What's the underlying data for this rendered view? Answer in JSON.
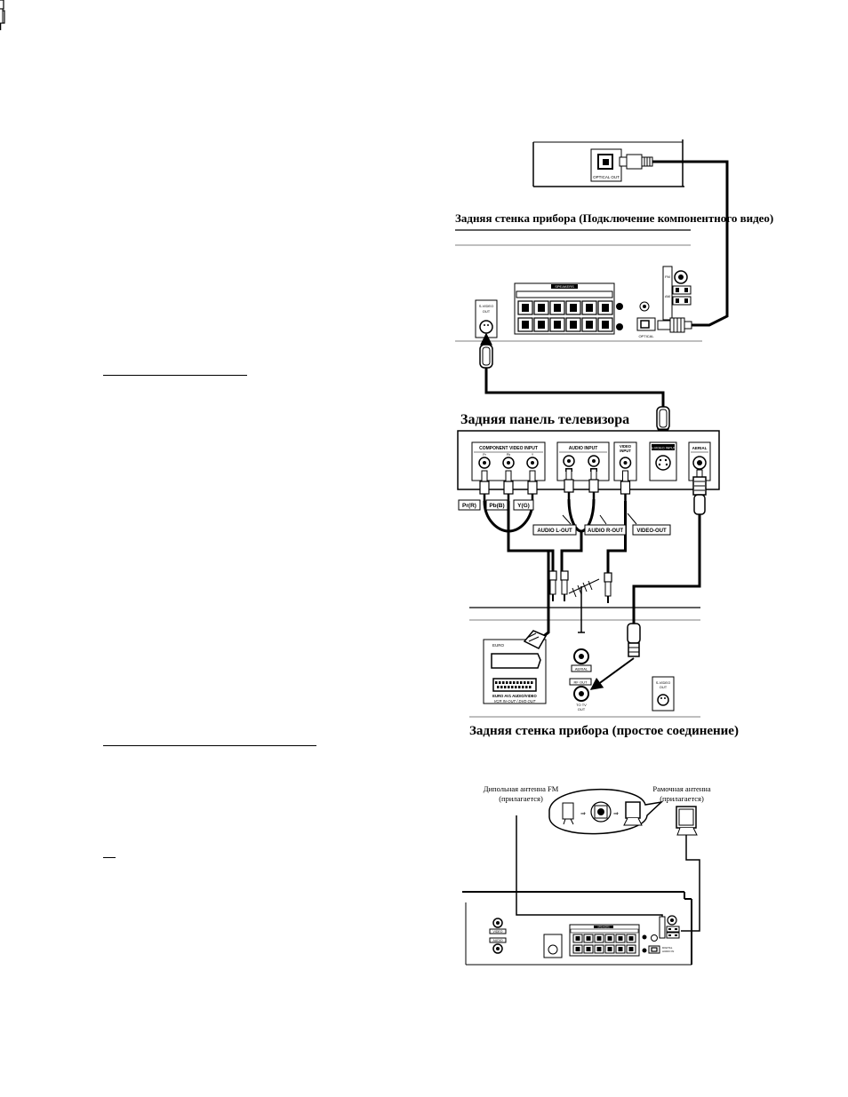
{
  "captions": {
    "rear_component": "Задняя стенка прибора (Подключение компонентного видео)",
    "tv_rear": "Задняя панель телевизора",
    "rear_simple": "Задняя стенка прибора (простое соединение)",
    "fm_antenna": [
      "Дипольная антенна FM",
      "(прилагается)"
    ],
    "am_antenna": [
      "Рамочная антенна",
      "(прилагается)"
    ]
  },
  "device_labels": {
    "optical_out": "OPTICAL OUT",
    "speakers": "SPEAKERS",
    "s_video_out": [
      "S-VIDEO",
      "OUT"
    ],
    "fm": "FM",
    "am": "AM",
    "digital": "OPTICAL"
  },
  "tv_labels": {
    "component_video_input": "COMPONENT VIDEO INPUT",
    "audio_input": "AUDIO INPUT",
    "video_input": [
      "VIDEO",
      "INPUT"
    ],
    "s_video_input": "S-VIDEO INPUT",
    "aerial": "AERIAL",
    "component_jacks": [
      "Pr",
      "Pb",
      "Y"
    ],
    "audio_jacks": [
      "L",
      "R"
    ]
  },
  "cable_labels": {
    "pr": "Pr(R)",
    "pb": "Pb(B)",
    "y": "Y(G)",
    "audio_l": "AUDIO L-OUT",
    "audio_r": "AUDIO R-OUT",
    "video_out": "VIDEO-OUT"
  },
  "simple_labels": {
    "euro_top": "EURO",
    "euro_av": "EURO AV1 AUDIO/VIDEO",
    "vcr_in_out": "VCR IN-OUT / DVD OUT",
    "aerial": "AERIAL",
    "rf_out": "RF OUT",
    "rf_out_sub": [
      "TO TV",
      "OUT"
    ],
    "s_video_out": [
      "S-VIDEO",
      "OUT"
    ]
  },
  "bottom_labels": {
    "video_out": "VIDEO",
    "audio_out": "AUDIO",
    "digital": [
      "DIGITAL",
      "AUDIO IN"
    ],
    "speakers": "SPEAKERS"
  }
}
